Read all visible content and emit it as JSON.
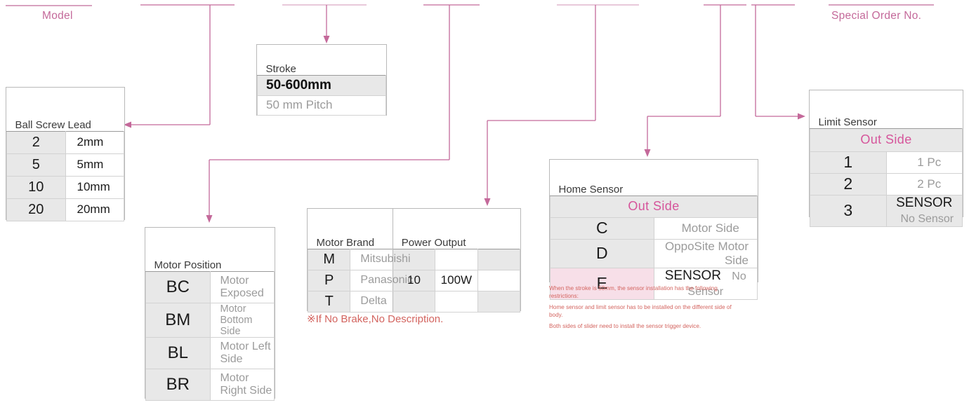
{
  "theme": {
    "connector_color": "#c4699a",
    "connector_color_light": "#dba9c4",
    "accent_pink": "#d6559b",
    "note_red": "#d3645f",
    "code_bg": "#e8e8e8",
    "pink_cell_bg": "#f7dfe8",
    "border": "#b9b9b9"
  },
  "top_labels": {
    "model": "Model",
    "special_order": "Special Order No."
  },
  "ball_screw_lead": {
    "title": "Ball Screw Lead",
    "rows": [
      {
        "code": "2",
        "desc": "2mm"
      },
      {
        "code": "5",
        "desc": "5mm"
      },
      {
        "code": "10",
        "desc": "10mm"
      },
      {
        "code": "20",
        "desc": "20mm"
      }
    ]
  },
  "stroke": {
    "title": "Stroke",
    "range": "50-600mm",
    "pitch": "50 mm Pitch"
  },
  "motor_position": {
    "title": "Motor Position",
    "rows": [
      {
        "code": "BC",
        "desc": "Motor Exposed"
      },
      {
        "code": "BM",
        "desc": "Motor Bottom Side"
      },
      {
        "code": "BL",
        "desc": "Motor Left Side"
      },
      {
        "code": "BR",
        "desc": "Motor Right Side"
      }
    ]
  },
  "motor_brand": {
    "title": "Motor Brand",
    "power_title": "Power Output",
    "rows": [
      {
        "code": "M",
        "desc": "Mitsubishi",
        "power_code": "",
        "power_desc": ""
      },
      {
        "code": "P",
        "desc": "Panasonic",
        "power_code": "10",
        "power_desc": "100W"
      },
      {
        "code": "T",
        "desc": "Delta",
        "power_code": "",
        "power_desc": ""
      }
    ],
    "note": "※If No Brake,No Description."
  },
  "home_sensor": {
    "title": "Home Sensor",
    "out_side": "Out Side",
    "rows": [
      {
        "code": "C",
        "desc": "Motor Side",
        "align": "center"
      },
      {
        "code": "D",
        "desc": "OppoSite Motor Side",
        "align": "right"
      },
      {
        "code": "E",
        "desc_strong": "SENSOR",
        "desc_muted": "No Sensor",
        "align": "center",
        "highlight": true
      }
    ],
    "notes": [
      "When the stroke is 50mm, the sensor installation has the following restrictions:",
      "Home sensor and limit sensor has to be installed on the different side of body.",
      "Both sides of slider need to install the sensor trigger device."
    ]
  },
  "limit_sensor": {
    "title": "Limit Sensor",
    "out_side": "Out Side",
    "rows": [
      {
        "code": "1",
        "desc": "1 Pc"
      },
      {
        "code": "2",
        "desc": "2 Pc"
      },
      {
        "code": "3",
        "desc_strong": "SENSOR",
        "desc_muted": "No Sensor"
      }
    ]
  }
}
